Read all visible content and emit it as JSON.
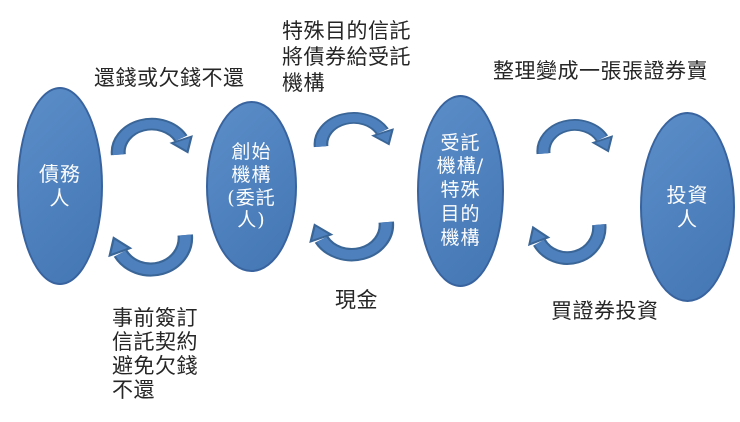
{
  "diagram": {
    "description": "securitization-flow-diagram",
    "colors": {
      "node_fill": "#4d80bd",
      "node_border": "#38639e",
      "arrow_fill": "#4d80bd",
      "arrow_outline": "#3a6597",
      "label_text": "#262626",
      "node_text": "#fdfdfd",
      "background": "#ffffff"
    },
    "nodes": [
      {
        "id": "debtor",
        "label": "債務人",
        "text": "債務\n人"
      },
      {
        "id": "originator",
        "label": "創始機構(委託人)",
        "text": "創始\n機構\n(委託\n人)"
      },
      {
        "id": "trustee",
        "label": "受託機構/特殊目的機構",
        "text": "受託\n機構/\n特殊\n目的\n機構"
      },
      {
        "id": "investor",
        "label": "投資人",
        "text": "投資\n人"
      }
    ],
    "labels": {
      "repay": "還錢或欠錢不還",
      "trust_transfer": "特殊目的信託\n將債券給受託\n機構",
      "securities_sale": "整理變成一張張證券賣",
      "contract": "事前簽訂\n信託契約\n避免欠錢\n不還",
      "cash": "現金",
      "buy_securities": "買證券投資"
    },
    "arrows": [
      {
        "id": "cycle-1-top",
        "between": [
          "debtor",
          "originator"
        ],
        "direction": "left-to-right-over-top"
      },
      {
        "id": "cycle-1-bottom",
        "between": [
          "originator",
          "debtor"
        ],
        "direction": "right-to-left-under-bottom"
      },
      {
        "id": "cycle-2-top",
        "between": [
          "originator",
          "trustee"
        ],
        "direction": "left-to-right-over-top"
      },
      {
        "id": "cycle-2-bottom",
        "between": [
          "trustee",
          "originator"
        ],
        "direction": "right-to-left-under-bottom"
      },
      {
        "id": "cycle-3-top",
        "between": [
          "trustee",
          "investor"
        ],
        "direction": "left-to-right-over-top"
      },
      {
        "id": "cycle-3-bottom",
        "between": [
          "investor",
          "trustee"
        ],
        "direction": "right-to-left-under-bottom"
      }
    ]
  }
}
